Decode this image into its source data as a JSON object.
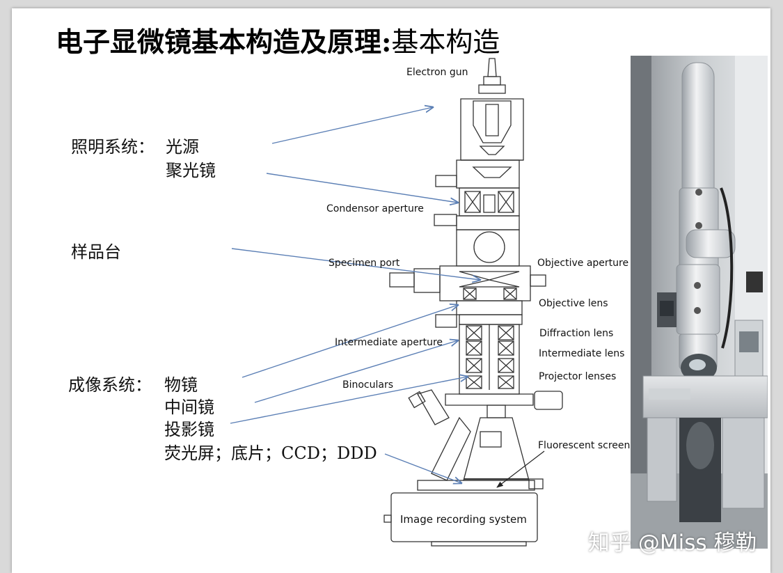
{
  "title": {
    "bold": "电子显微镜基本构造及原理:",
    "normal": "基本构造"
  },
  "groups": {
    "illumination": {
      "heading": "照明系统：",
      "item1": "光源",
      "item2": "聚光镜"
    },
    "stage": "样品台",
    "imaging": {
      "heading": "成像系统：",
      "item1": "物镜",
      "item2": "中间镜",
      "item3": "投影镜",
      "item4": "荧光屏；底片；CCD；DDD"
    }
  },
  "labels": {
    "electron_gun": "Electron gun",
    "condensor_aperture": "Condensor aperture",
    "specimen_port": "Specimen port",
    "objective_aperture": "Objective aperture",
    "objective_lens": "Objective lens",
    "diffraction_lens": "Diffraction lens",
    "intermediate_aperture": "Intermediate aperture",
    "intermediate_lens": "Intermediate lens",
    "binoculars": "Binoculars",
    "projector_lenses": "Projector lenses",
    "fluorescent_screen": "Fluorescent screen",
    "image_recording_system": "Image recording system"
  },
  "watermark": "知乎 @Miss 穆勒",
  "colors": {
    "arrow": "#5b7fb5",
    "line": "#333333"
  }
}
